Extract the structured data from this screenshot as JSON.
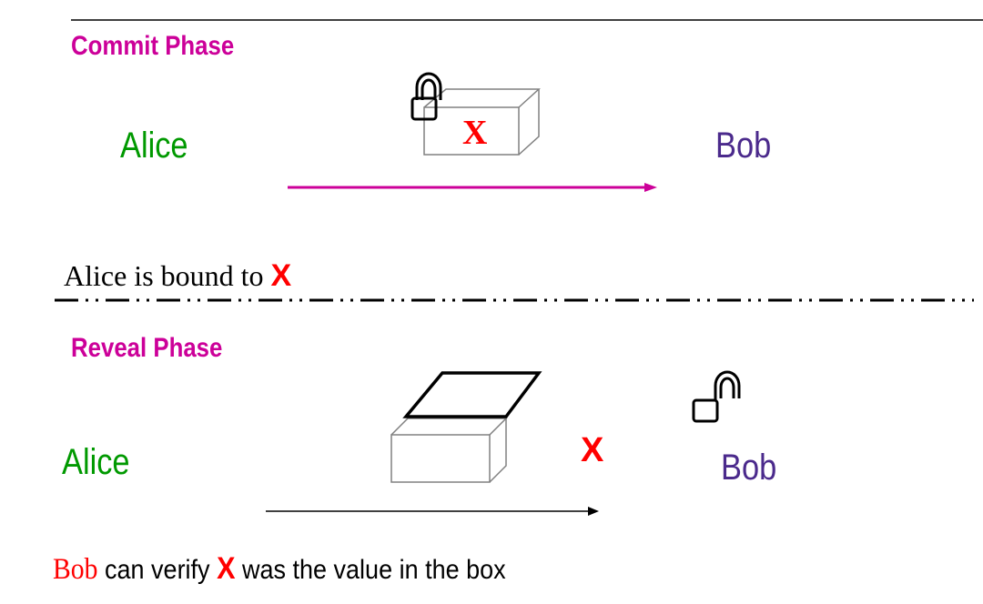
{
  "colors": {
    "phase": "#cc0099",
    "alice": "#009900",
    "bob": "#4b2a8c",
    "x_mark": "#ff0000",
    "commit_arrow": "#cc0099",
    "reveal_arrow": "#000000",
    "box_stroke": "#808080"
  },
  "commit": {
    "phase_title": "Commit  Phase",
    "alice_label": "Alice",
    "bob_label": "Bob",
    "box_value": "X",
    "bound_text": "Alice is bound to ",
    "bound_value": "X"
  },
  "reveal": {
    "phase_title": "Reveal  Phase",
    "alice_label": "Alice",
    "bob_label": "Bob",
    "sent_value": "X",
    "verify_subject": "Bob",
    "verify_text_1": " can verify ",
    "verify_value": "X",
    "verify_text_2": " was the value in the box"
  },
  "icons": [
    "closed-padlock-icon",
    "open-padlock-icon",
    "closed-box-icon",
    "open-box-icon"
  ]
}
